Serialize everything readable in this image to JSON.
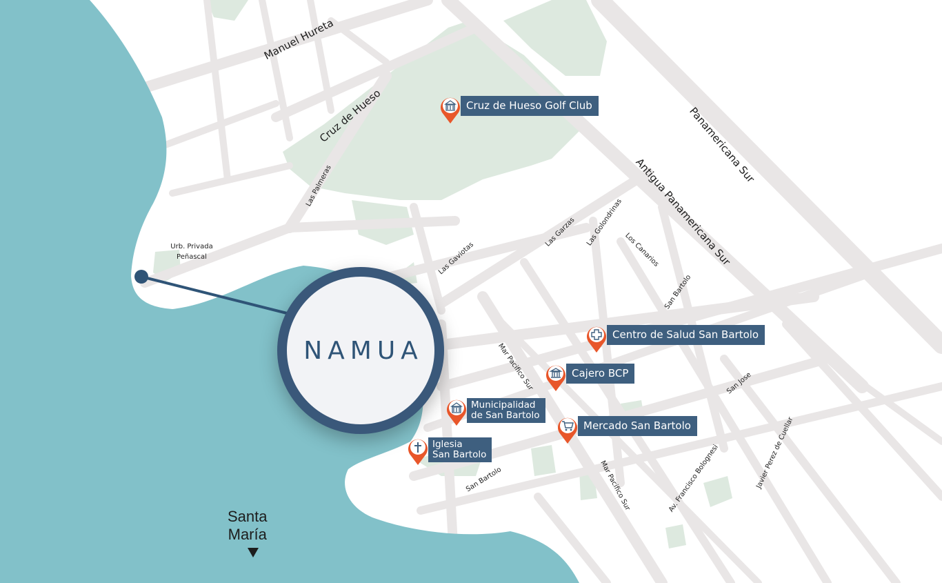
{
  "colors": {
    "sea": "#82c1c9",
    "park": "#dde9df",
    "road": "#e9e6e6",
    "marker": "#e8562a",
    "label_bg": "#3e5f7f",
    "circle_border": "#3a587a"
  },
  "brand": {
    "name": "NAMUA"
  },
  "location": {
    "name_line1": "Urb. Privada",
    "name_line2": "Peñascal"
  },
  "direction": {
    "line1": "Santa",
    "line2": "María",
    "icon": "arrow-down-icon"
  },
  "streets": {
    "manuel_hureta": "Manuel Hureta",
    "cruz_de_hueso": "Cruz de Hueso",
    "las_palmeras": "Las Palmeras",
    "las_gaviotas": "Las Gaviotas",
    "las_garzas": "Las Garzas",
    "las_golondrinas": "Las Golondrinas",
    "las_canarios": "Los Canarios",
    "san_bartolo_n": "San Bartolo",
    "mar_pacifico_n": "Mar Pacifico Sur",
    "mar_pacifico_s": "Mar Pacifico Sur",
    "san_bartolo_s": "San Bartolo",
    "san_jose": "San Jose",
    "bolognesi": "Av. Francisco Bolognesi",
    "cuellar": "Javier Perez de Cuellar",
    "panamericana": "Panamericana Sur",
    "antigua": "Antigua Panamericana Sur"
  },
  "pois": {
    "golf": {
      "label": "Cruz de Hueso Golf Club",
      "icon": "building-icon"
    },
    "salud": {
      "label": "Centro de Salud San Bartolo",
      "icon": "medical-cross-icon"
    },
    "bcp": {
      "label": "Cajero BCP",
      "icon": "bank-icon"
    },
    "muni": {
      "label_line1": "Municipalidad",
      "label_line2": "de San Bartolo",
      "icon": "building-icon"
    },
    "mercado": {
      "label": "Mercado San Bartolo",
      "icon": "shopping-cart-icon"
    },
    "iglesia": {
      "label_line1": "Iglesia",
      "label_line2": "San Bartolo",
      "icon": "church-cross-icon"
    }
  }
}
